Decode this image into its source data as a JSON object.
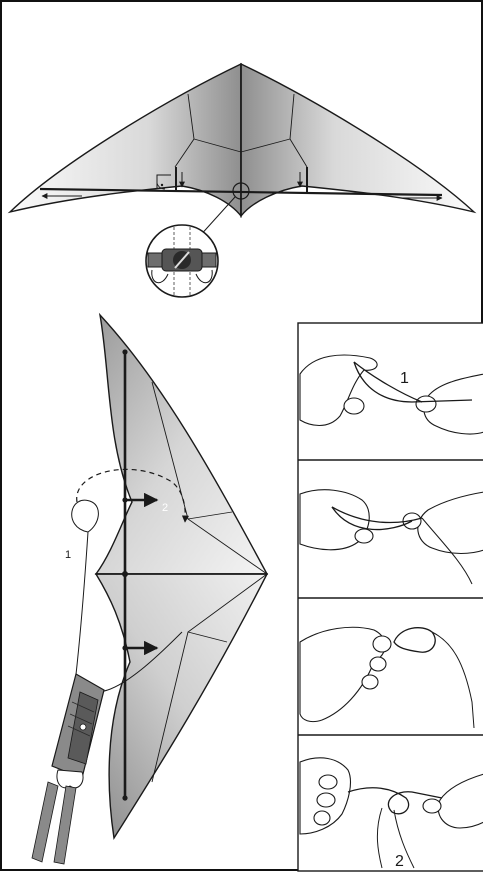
{
  "labels": {
    "line_step": "1",
    "fold_step": "2",
    "knot_step_first": "1",
    "knot_step_last": "2"
  },
  "colors": {
    "outline": "#1a1a1a",
    "sail_light": "#f2f2f2",
    "sail_mid": "#c8c8c8",
    "sail_dark": "#8e8e8e",
    "handle": "#7a7a7a",
    "skin": "#ffffff"
  },
  "icons": {
    "magnifier": "zoom-detail-icon",
    "right_angle": "right-angle-icon",
    "arrow": "arrow-icon"
  }
}
